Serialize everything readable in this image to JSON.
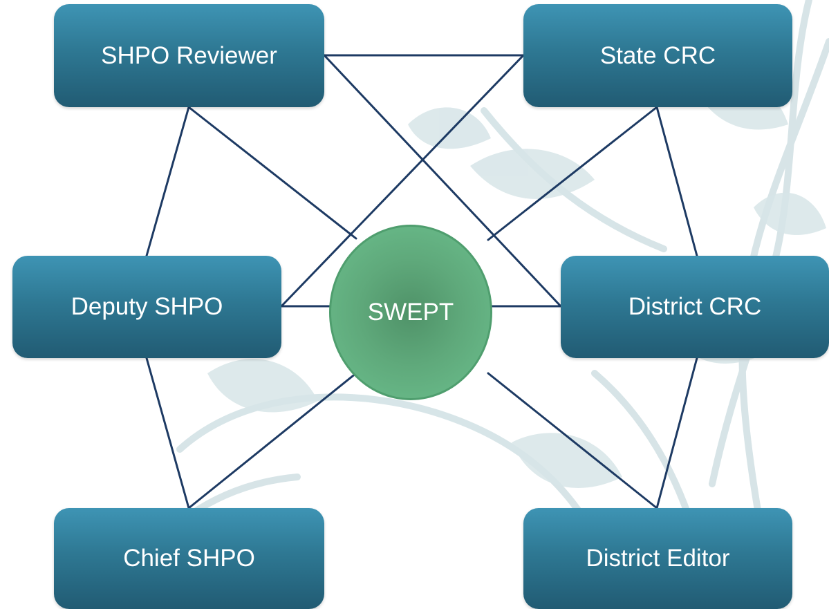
{
  "diagram": {
    "hub": {
      "label": "SWEPT"
    },
    "nodes": {
      "shpo_reviewer": {
        "label": "SHPO Reviewer"
      },
      "state_crc": {
        "label": "State CRC"
      },
      "deputy_shpo": {
        "label": "Deputy SHPO"
      },
      "district_crc": {
        "label": "District CRC"
      },
      "chief_shpo": {
        "label": "Chief SHPO"
      },
      "district_editor": {
        "label": "District Editor"
      }
    },
    "colors": {
      "node_fill": "#2e7893",
      "node_fill_light": "#3e94b4",
      "node_fill_dark": "#215b73",
      "hub_fill": "#5fa97b",
      "hub_border": "#4f9e6e",
      "connector": "#1d3a63",
      "background_art": "#c8d9dc"
    }
  }
}
